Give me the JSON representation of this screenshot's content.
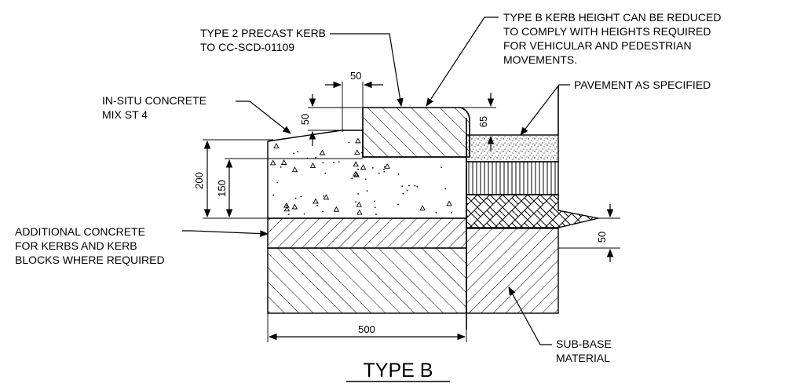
{
  "labels": {
    "kerb_type": [
      "TYPE 2 PRECAST KERB",
      "TO CC-SCD-01109"
    ],
    "kerb_height_note": [
      "TYPE B KERB HEIGHT CAN BE REDUCED",
      "TO COMPLY WITH HEIGHTS REQUIRED",
      "FOR VEHICULAR AND PEDESTRIAN",
      "MOVEMENTS."
    ],
    "pavement": "PAVEMENT AS SPECIFIED",
    "in_situ": [
      "IN-SITU CONCRETE",
      "MIX ST 4"
    ],
    "additional_concrete": [
      "ADDITIONAL CONCRETE",
      "FOR KERBS AND KERB",
      "BLOCKS WHERE REQUIRED"
    ],
    "sub_base": [
      "SUB-BASE",
      "MATERIAL"
    ]
  },
  "dimensions": {
    "top_width": "50",
    "top_drop": "50",
    "kerb_face": "65",
    "overall_depth": "200",
    "concrete_depth": "150",
    "edge_drop": "50",
    "base_width": "500"
  },
  "title": "TYPE B"
}
